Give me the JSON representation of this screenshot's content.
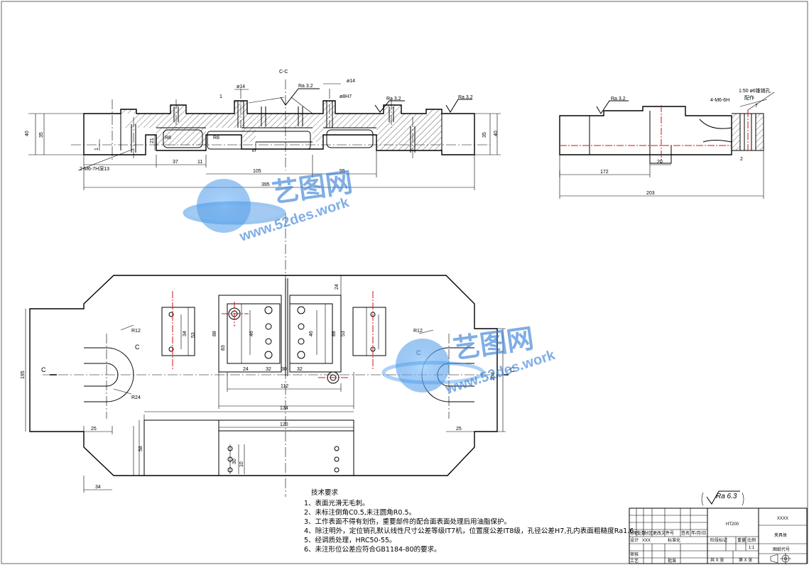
{
  "section_label": "C-C",
  "section_marks": [
    "C",
    "C",
    "C",
    "C"
  ],
  "roughness": {
    "ra32": "Ra 3.2",
    "ra63": "Ra 6.3"
  },
  "top_view_dims": {
    "d1": "ø14",
    "d2": "ø14",
    "h1": "1",
    "h2": "ø8H7",
    "h40a": "40",
    "h35a": "35",
    "h35b": "35",
    "h40b": "40",
    "h21": "21",
    "h5": "5",
    "w37": "37",
    "w11": "11",
    "w105": "105",
    "w55": "55",
    "w395": "395",
    "r8a": "R8",
    "r8b": "R8",
    "thread": "2-M6-7H深13"
  },
  "side_view_dims": {
    "taper": "1:50 ø6锥销孔",
    "taper2": "配作",
    "thread": "4-M6-6H",
    "w20": "20",
    "w7": "7",
    "w172": "172",
    "w203": "203",
    "h7": "7",
    "a": "2"
  },
  "plan_dims": {
    "r12a": "R12",
    "r12b": "R12",
    "r24": "R24",
    "h195": "195",
    "h203": "203",
    "h24": "24",
    "h34a": "34",
    "h53a": "53",
    "h88a": "88",
    "h83": "83",
    "h46a": "46",
    "h46b": "46",
    "h88b": "88",
    "h53b": "53",
    "w24": "24",
    "w32a": "32",
    "w30": "30",
    "w32b": "32",
    "w112": "112",
    "w25a": "25",
    "w25b": "25",
    "w134": "134",
    "w120": "120",
    "h58": "58",
    "h30": "30",
    "h10": "10",
    "w34": "34"
  },
  "notes": {
    "title": "技术要求",
    "items": [
      "1、表面光滑无毛刺。",
      "2、未标注倒角C0.5,未注圆角R0.5。",
      "3、工作表面不得有划伤，重要部件的配合面表面处理后用油脂保护。",
      "4、除注明外，定位销孔默认线性尺寸公差等级IT7机，位置度公差IT8级，孔径公差H7,孔内表面粗糙度Ra1.6。",
      "5、经调质处理，HRC50-55。",
      "6、未注形位公差应符合GB1184-80的要求。"
    ]
  },
  "title_block": {
    "material": "HT200",
    "code": "XXXX",
    "name": "夹具体",
    "designer_label": "设计",
    "designer": "XXX",
    "std_label": "标准化",
    "stage_label": "阶段标记",
    "weight_label": "重量",
    "scale_label": "比例",
    "scale": "1:1",
    "review_label": "审核",
    "process_label": "工艺",
    "approve_label": "批准",
    "sheets_total": "共 X 张",
    "sheet_no": "第 X 张",
    "drawing_no_label": "图纸代号",
    "header_cells": [
      "标记",
      "处数",
      "分区",
      "更改文件号",
      "签名",
      "年/月/日"
    ]
  },
  "watermark": {
    "brand": "艺图网",
    "url": "www.52des.work"
  }
}
